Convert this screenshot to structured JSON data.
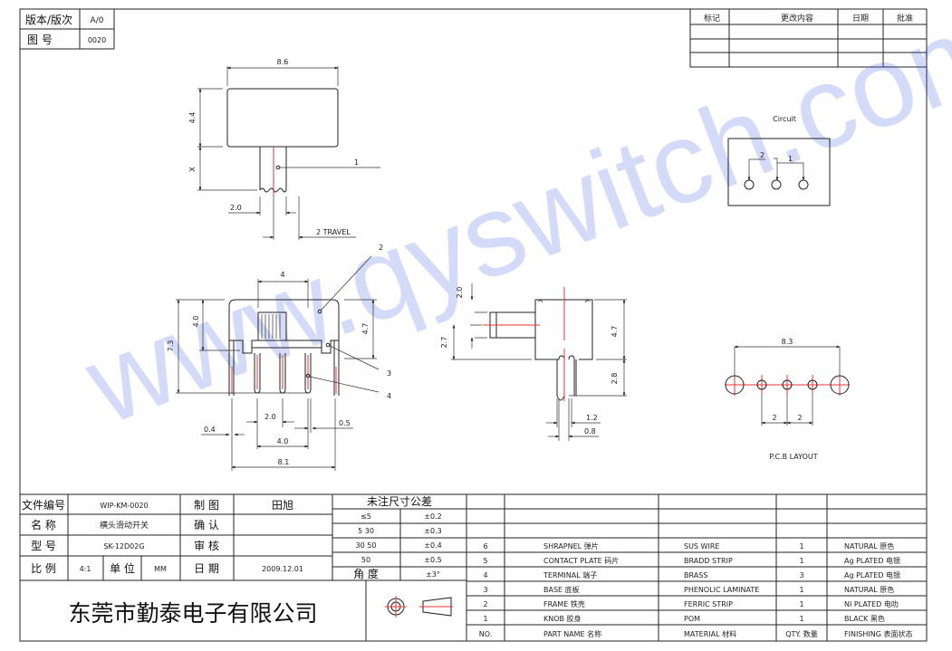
{
  "title_block_top": {
    "version_label": "版本/版次",
    "version_value": "A/0",
    "drawing_no_label": "图 号",
    "drawing_no_value": "0020"
  },
  "revision_table": {
    "headers": [
      "标记",
      "更改内容",
      "日期",
      "批准"
    ]
  },
  "watermark": "www.qyswitch.com",
  "top_view": {
    "width": "8.6",
    "height": "4.4",
    "x": "X",
    "stem": "2.0",
    "travel": "2 TRAVEL",
    "callout": "1"
  },
  "front_view": {
    "knob_width": "4",
    "h1": "4.0",
    "h2": "7.3",
    "h3": "4.7",
    "pitch": "2.0",
    "pin_w": "0.4",
    "pin_gap": "0.5",
    "span": "4.0",
    "total": "8.1",
    "callouts": [
      "2",
      "3",
      "4"
    ]
  },
  "side_view": {
    "d1": "2.0",
    "d2": "2.7",
    "d3": "4.7",
    "d4": "2.8",
    "d5": "1.2",
    "d6": "0.8"
  },
  "circuit": {
    "title": "Circuit",
    "labels": [
      "2",
      "1"
    ]
  },
  "pcb": {
    "span": "8.3",
    "pitch1": "2",
    "pitch2": "2",
    "title": "P.C.B LAYOUT"
  },
  "info": {
    "file_no_label": "文件编号",
    "file_no": "WIP-KM-0020",
    "name_label": "名 称",
    "name": "横头滑动开关",
    "model_label": "型 号",
    "model": "SK-12D02G",
    "scale_label": "比 例",
    "scale": "4:1",
    "unit_label": "单 位",
    "unit": "MM",
    "drawn_label": "制 图",
    "drawn": "田旭",
    "confirm_label": "确 认",
    "confirm": "",
    "review_label": "审 核",
    "review": "",
    "date_label": "日 期",
    "date": "2009.12.01",
    "company": "东莞市勤泰电子有限公司"
  },
  "tolerance": {
    "title": "未注尺寸公差",
    "rows": [
      [
        "≤5",
        "±0.2"
      ],
      [
        "5   30",
        "±0.3"
      ],
      [
        "30   50",
        "±0.4"
      ],
      [
        "50",
        "±0.5"
      ],
      [
        "角 度",
        "±3°"
      ]
    ]
  },
  "parts": {
    "headers": [
      "NO.",
      "PART  NAME 名称",
      "MATERIAL 材料",
      "QTY. 数量",
      "FINISHING 表面状态"
    ],
    "rows": [
      [
        "6",
        "SHRAPNEL 弹片",
        "SUS WIRE",
        "1",
        "NATURAL 原色"
      ],
      [
        "5",
        "CONTACT PLATE  码片",
        "BRADD STRIP",
        "1",
        "Ag PLATED  电银"
      ],
      [
        "4",
        "TERMINAL  端子",
        "BRASS",
        "3",
        "Ag PLATED  电银"
      ],
      [
        "3",
        "BASE  底板",
        "PHENOLIC LAMINATE",
        "1",
        "NATURAL 原色"
      ],
      [
        "2",
        "FRAME  铁壳",
        "FERRIC STRIP",
        "1",
        "NI PLATED  电叻"
      ],
      [
        "1",
        "KNOB  胶身",
        "POM",
        "1",
        "BLACK 黑色"
      ]
    ]
  },
  "colors": {
    "line": "#222222",
    "center": "#ee3333",
    "watermark": "#3a5fe0"
  }
}
